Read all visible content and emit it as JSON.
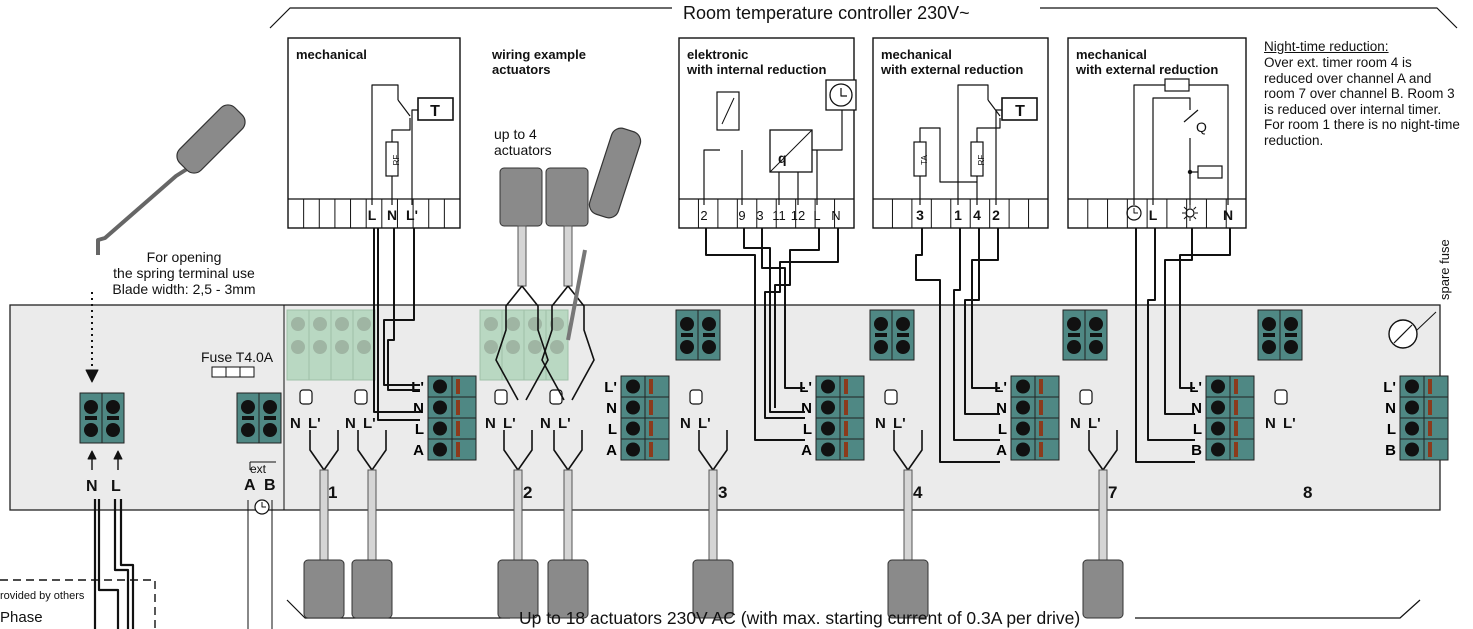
{
  "header": {
    "title": "Room temperature controller 230V~",
    "footer": "Up to 18 actuators 230V AC (with max. starting current of 0.3A per drive)"
  },
  "controllers": [
    {
      "title": "mechanical",
      "terminals": [
        "L",
        "N",
        "L'"
      ],
      "sensor": "T",
      "resistor": "RF"
    },
    {
      "title": "elektronic\nwith internal reduction",
      "terminals": [
        "2",
        "9",
        "3",
        "11",
        "12",
        "L",
        "N"
      ],
      "sensor": "q"
    },
    {
      "title": "mechanical\nwith external reduction",
      "terminals": [
        "3",
        "1",
        "4",
        "2"
      ],
      "sensor": "T",
      "resistor": "RF",
      "resistor2": "TA"
    },
    {
      "title": "mechanical\nwith external reduction",
      "terminals": [
        "L",
        "N"
      ]
    }
  ],
  "wiring_example": {
    "title": "wiring example\nactuators",
    "subtitle": "up to 4\nactuators"
  },
  "night_note": {
    "heading": "Night-time reduction:",
    "text": "Over ext. timer room 4 is reduced over channel A and room 7 over channel B. Room 3 is reduced over internal timer. For room 1 there is no night-time reduction."
  },
  "instructions": {
    "text": "For opening\nthe spring terminal use\nBlade width: 2,5 - 3mm"
  },
  "fuse": {
    "label": "Fuse T4.0A",
    "spare": "spare fuse"
  },
  "power_terminal": {
    "labels": [
      "N",
      "L"
    ]
  },
  "ext_terminal": {
    "ext_label": "ext",
    "labels": [
      "A",
      "B"
    ]
  },
  "rooms": [
    {
      "number": "1",
      "channel": "A"
    },
    {
      "number": "2",
      "channel": "A"
    },
    {
      "number": "3",
      "channel": "A"
    },
    {
      "number": "4",
      "channel": "A"
    },
    {
      "number": "7",
      "channel": "B"
    },
    {
      "number": "8",
      "channel": "B"
    }
  ],
  "terminal_labels": [
    "L'",
    "N",
    "L",
    "A",
    "B"
  ],
  "actuator_labels": [
    "N",
    "L'"
  ],
  "bottom_note": {
    "line1": "rovided by others",
    "line2": "Phase"
  },
  "colors": {
    "board": "#ebebeb",
    "terminal": "#4f8884",
    "terminal_light": "#b9d8c2",
    "wire": "#111111"
  }
}
